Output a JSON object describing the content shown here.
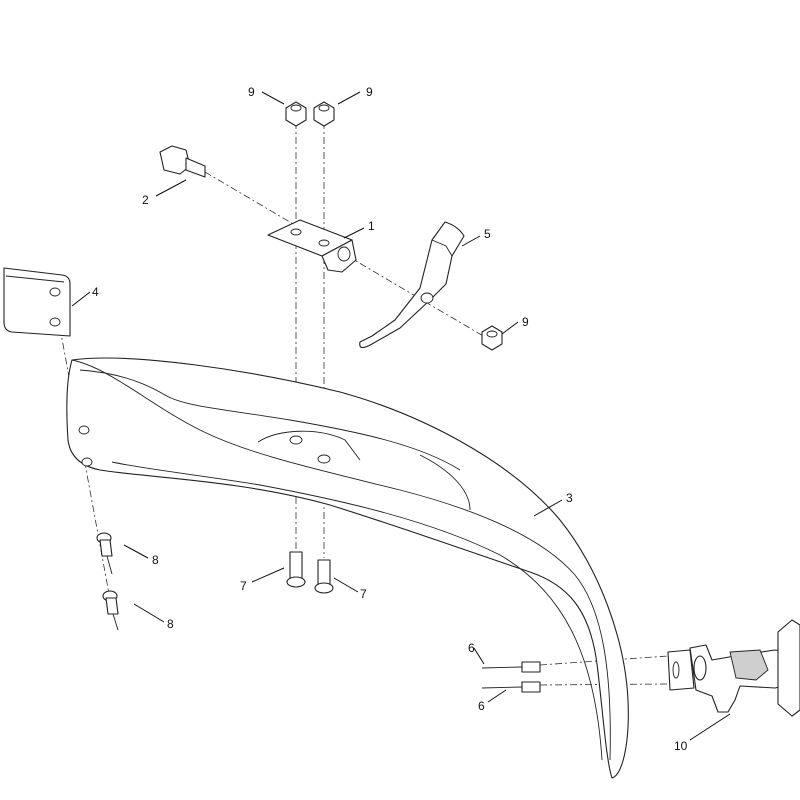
{
  "callouts": {
    "c1": "1",
    "c2": "2",
    "c3": "3",
    "c4": "4",
    "c5": "5",
    "c6a": "6",
    "c6b": "6",
    "c7a": "7",
    "c7b": "7",
    "c8a": "8",
    "c8b": "8",
    "c9a": "9",
    "c9b": "9",
    "c9c": "9",
    "c10": "10"
  }
}
